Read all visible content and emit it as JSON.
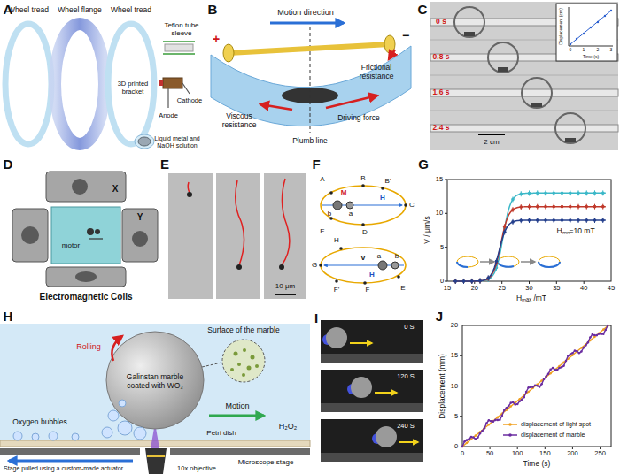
{
  "diagram": {
    "labels": [
      "A",
      "B",
      "C",
      "D",
      "E",
      "F",
      "G",
      "H",
      "I",
      "J",
      "Wheel tread",
      "Wheel flange",
      "Wheel tread",
      "Teflon tube sleeve",
      "3D printed bracket",
      "Cathode",
      "Anode",
      "Liquid metal and NaOH solution",
      "Motion direction",
      "+",
      "−",
      "Frictional resistance",
      "Viscous resistance",
      "Driving force",
      "Plumb line",
      "0 s",
      "0.8 s",
      "1.6 s",
      "2.4 s",
      "2 cm",
      "Displacement (cm)",
      "Time (s)",
      "0",
      "1",
      "2",
      "3",
      "X",
      "Y",
      "motor",
      "Electromagnetic Coils",
      "10 μm",
      "A",
      "B",
      "B'",
      "C",
      "D",
      "E",
      "b",
      "a",
      "M",
      "H",
      "H",
      "G",
      "F'",
      "F",
      "E",
      "b",
      "a",
      "v",
      "H",
      "0",
      "5",
      "10",
      "15",
      "15",
      "20",
      "25",
      "30",
      "35",
      "40",
      "45",
      "V / μm/s",
      "Hₘₐₓ /mT",
      "Hₘₙ=10 mT",
      "Rolling",
      "Surface of the marble",
      "Galinstan marble coated with WO₃",
      "Motion",
      "Oxygen bubbles",
      "H₂O₂",
      "Petri dish",
      "Stage pulled using a custom-made actuator",
      "Microscope stage",
      "10x objective",
      "0 S",
      "120 S",
      "240 S",
      "0",
      "5",
      "10",
      "15",
      "20",
      "0",
      "50",
      "100",
      "150",
      "200",
      "250",
      "Displacement (mm)",
      "Time (s)"
    ],
    "legend": [
      {
        "text": "displacement of light spot"
      },
      {
        "text": "displacement of marble"
      }
    ]
  }
}
